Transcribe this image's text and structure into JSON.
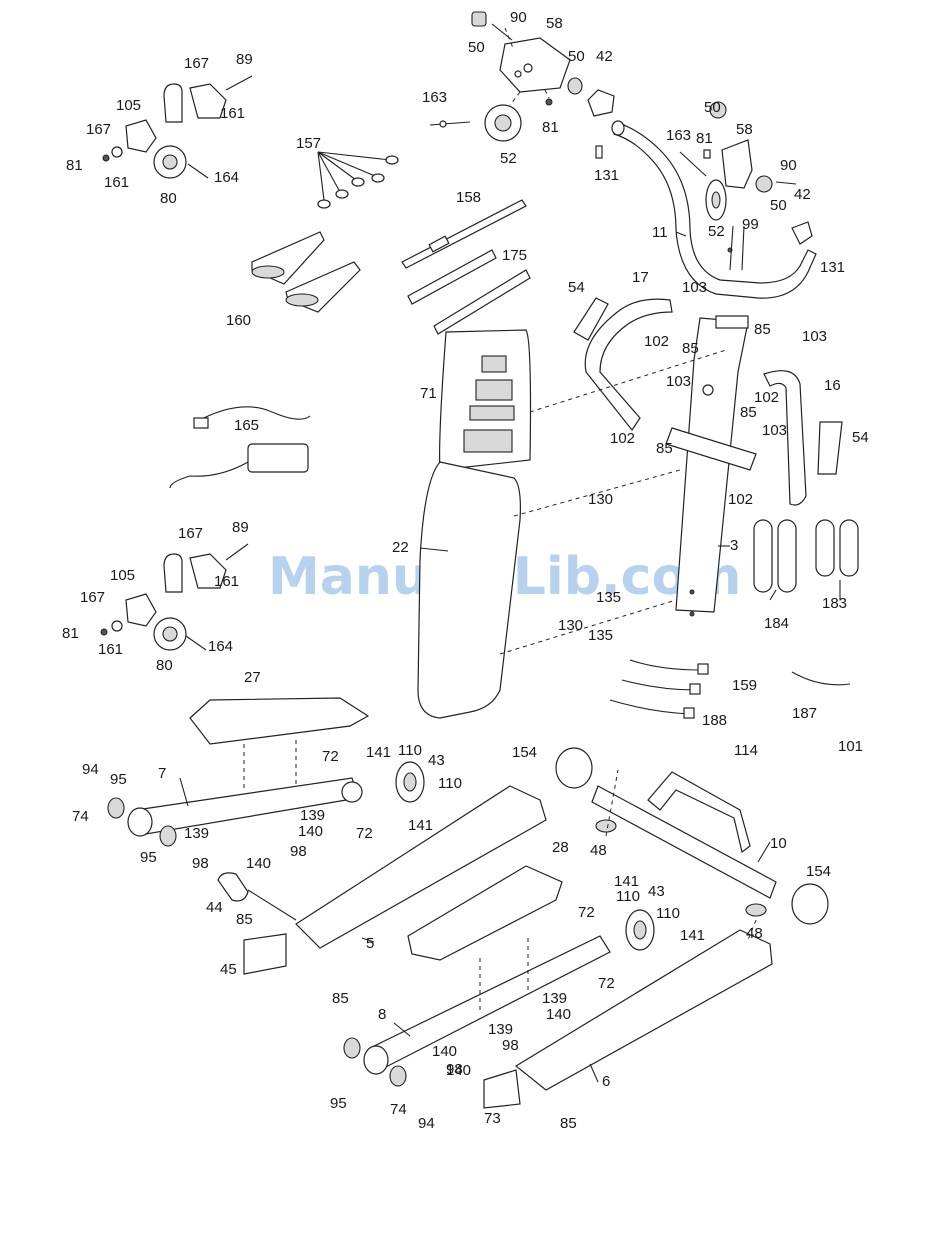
{
  "watermark": "ManualsLib.com",
  "colors": {
    "line": "#222222",
    "watermark": "#9ec3ea",
    "background": "#ffffff"
  },
  "callouts": [
    "50",
    "90",
    "58",
    "42",
    "50",
    "81",
    "52",
    "163",
    "131",
    "50",
    "163",
    "81",
    "58",
    "90",
    "42",
    "50",
    "52",
    "99",
    "11",
    "131",
    "167",
    "89",
    "105",
    "161",
    "167",
    "81",
    "161",
    "80",
    "164",
    "157",
    "158",
    "175",
    "160",
    "165",
    "71",
    "54",
    "17",
    "103",
    "102",
    "85",
    "85",
    "103",
    "102",
    "16",
    "103",
    "85",
    "102",
    "103",
    "54",
    "85",
    "102",
    "130",
    "22",
    "3",
    "135",
    "135",
    "130",
    "167",
    "89",
    "105",
    "161",
    "167",
    "81",
    "161",
    "80",
    "164",
    "184",
    "183",
    "159",
    "188",
    "187",
    "27",
    "94",
    "95",
    "7",
    "74",
    "95",
    "72",
    "141",
    "110",
    "43",
    "110",
    "72",
    "141",
    "139",
    "140",
    "139",
    "140",
    "98",
    "98",
    "154",
    "114",
    "101",
    "48",
    "10",
    "154",
    "48",
    "44",
    "85",
    "45",
    "5",
    "85",
    "28",
    "141",
    "110",
    "43",
    "72",
    "110",
    "141",
    "72",
    "139",
    "140",
    "8",
    "139",
    "140",
    "98",
    "140",
    "98",
    "95",
    "74",
    "94",
    "73",
    "6",
    "85"
  ]
}
